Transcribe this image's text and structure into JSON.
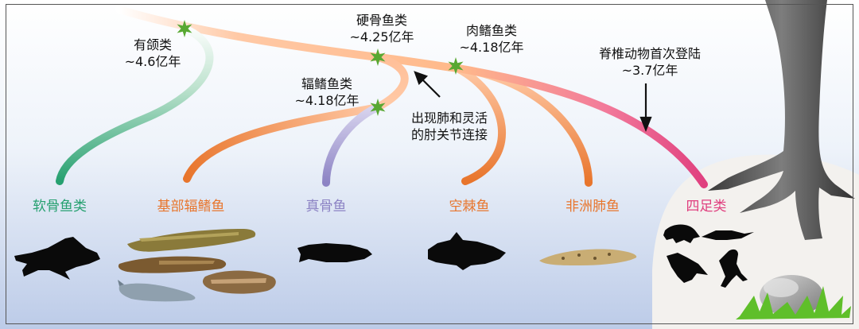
{
  "colors": {
    "cartilaginous": "#26a070",
    "basal_rayfinned": "#e8752c",
    "teleost": "#8c83c4",
    "coelacanth": "#e8752c",
    "lungfish": "#e8752c",
    "tetrapod": "#e0407f",
    "trunk": "#ffb98a",
    "star": "#58a832"
  },
  "nodes": {
    "gnathostomes": {
      "name": "有颌类",
      "age": "~4.6亿年"
    },
    "osteichthyes": {
      "name": "硬骨鱼类",
      "age": "~4.25亿年"
    },
    "sarcopterygii": {
      "name": "肉鳍鱼类",
      "age": "~4.18亿年"
    },
    "actinopterygii": {
      "name": "辐鳍鱼类",
      "age": "~4.18亿年"
    }
  },
  "annotations": {
    "lung_line1": "出现肺和灵活",
    "lung_line2": "的肘关节连接",
    "landing_line1": "脊椎动物首次登陆",
    "landing_line2": "~3.7亿年"
  },
  "groups": {
    "cartilaginous": "软骨鱼类",
    "basal_rayfinned": "基部辐鳍鱼",
    "teleost": "真骨鱼",
    "coelacanth": "空棘鱼",
    "lungfish": "非洲肺鱼",
    "tetrapod": "四足类"
  }
}
